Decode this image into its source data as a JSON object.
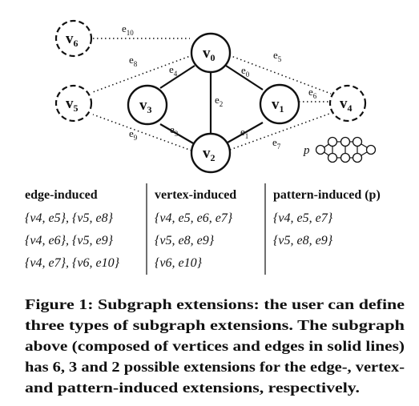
{
  "nodes": [
    {
      "id": "v0",
      "label": "v",
      "sub": "0",
      "style": "solid"
    },
    {
      "id": "v1",
      "label": "v",
      "sub": "1",
      "style": "solid"
    },
    {
      "id": "v2",
      "label": "v",
      "sub": "2",
      "style": "solid"
    },
    {
      "id": "v3",
      "label": "v",
      "sub": "3",
      "style": "solid"
    },
    {
      "id": "v4",
      "label": "v",
      "sub": "4",
      "style": "dashed"
    },
    {
      "id": "v5",
      "label": "v",
      "sub": "5",
      "style": "dashed"
    },
    {
      "id": "v6",
      "label": "v",
      "sub": "6",
      "style": "dashed"
    }
  ],
  "edges": [
    {
      "id": "e0",
      "label": "e",
      "sub": "0",
      "from": "v0",
      "to": "v1",
      "style": "solid"
    },
    {
      "id": "e1",
      "label": "e",
      "sub": "1",
      "from": "v1",
      "to": "v2",
      "style": "solid"
    },
    {
      "id": "e2",
      "label": "e",
      "sub": "2",
      "from": "v0",
      "to": "v2",
      "style": "solid"
    },
    {
      "id": "e3",
      "label": "e",
      "sub": "3",
      "from": "v3",
      "to": "v2",
      "style": "solid"
    },
    {
      "id": "e4",
      "label": "e",
      "sub": "4",
      "from": "v0",
      "to": "v3",
      "style": "solid"
    },
    {
      "id": "e5",
      "label": "e",
      "sub": "5",
      "from": "v0",
      "to": "v4",
      "style": "dotted"
    },
    {
      "id": "e6",
      "label": "e",
      "sub": "6",
      "from": "v1",
      "to": "v4",
      "style": "dotted"
    },
    {
      "id": "e7",
      "label": "e",
      "sub": "7",
      "from": "v2",
      "to": "v4",
      "style": "dotted"
    },
    {
      "id": "e8",
      "label": "e",
      "sub": "8",
      "from": "v0",
      "to": "v5",
      "style": "dotted"
    },
    {
      "id": "e9",
      "label": "e",
      "sub": "9",
      "from": "v2",
      "to": "v5",
      "style": "dotted"
    },
    {
      "id": "e10",
      "label": "e",
      "sub": "10",
      "from": "v0",
      "to": "v6",
      "style": "dotted"
    }
  ],
  "pattern_label": "p",
  "table": {
    "headers": [
      "edge-induced",
      "vertex-induced",
      "pattern-induced (p)"
    ],
    "columns": [
      [
        "{v4, e5}, {v5, e8}",
        "{v4, e6}, {v5, e9}",
        "{v4, e7}, {v6, e10}"
      ],
      [
        "{v4, e5, e6, e7}",
        "{v5, e8, e9}",
        "{v6, e10}"
      ],
      [
        "{v4, e5, e7}",
        "{v5, e8, e9}"
      ]
    ]
  },
  "caption": {
    "lines": [
      "Figure 1: Subgraph extensions: the user can define",
      "three types of subgraph extensions. The subgraph",
      "above (composed of vertices and edges in solid lines)",
      "has 6, 3 and 2 possible extensions for the edge-, vertex-",
      "and pattern-induced extensions, respectively."
    ]
  }
}
